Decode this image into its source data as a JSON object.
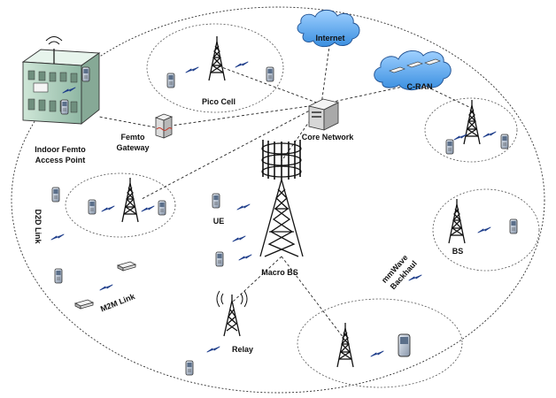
{
  "labels": {
    "internet": "Internet",
    "cran": "C-RAN",
    "pico_cell": "Pico Cell",
    "core_network": "Core Network",
    "femto_gateway_1": "Femto",
    "femto_gateway_2": "Gateway",
    "indoor_femto_1": "Indoor Femto",
    "indoor_femto_2": "Access Point",
    "d2d_link": "D2D Link",
    "m2m_link": "M2M Link",
    "ue": "UE",
    "macro_bs": "Macro BS",
    "relay": "Relay",
    "bs": "BS",
    "mmwave_1": "mmWave",
    "mmwave_2": "Backhaul"
  },
  "icons": [
    "cloud-icon",
    "server-icon",
    "gateway-icon",
    "building-icon",
    "tower-icon",
    "phone-icon",
    "wireless-bolt-icon",
    "m2m-device-icon"
  ]
}
